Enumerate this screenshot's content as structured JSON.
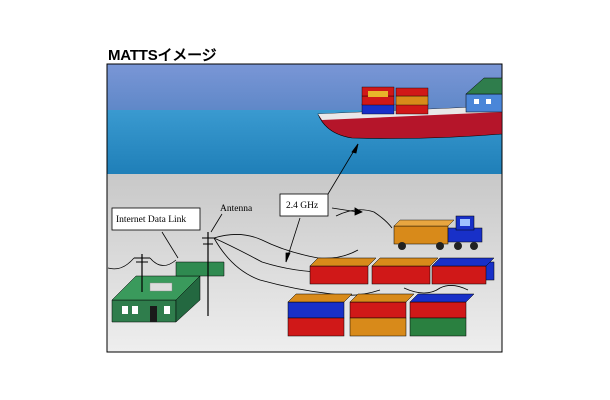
{
  "title": "MATTSイメージ",
  "labels": {
    "internet": "Internet Data Link",
    "antenna": "Antenna",
    "frequency": "2.4 GHz"
  },
  "colors": {
    "sky": "#6f8fd0",
    "sea": "#2f90c4",
    "ground": "#d4d4d4",
    "hull": "#b5152a",
    "building": "#2f7d4c",
    "container_red": "#d01818",
    "container_blue": "#1830c8",
    "container_orange": "#d88a1a",
    "container_green": "#2a8040"
  }
}
